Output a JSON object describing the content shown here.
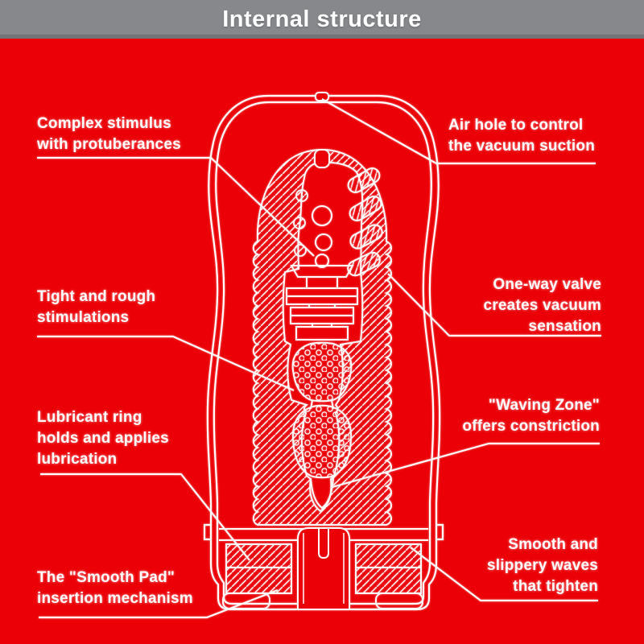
{
  "header": {
    "title": "Internal structure",
    "bg_color": "#86888b",
    "text_color": "#ffffff"
  },
  "canvas": {
    "bg_color": "#ea0006",
    "line_color": "#ffffff"
  },
  "labels": {
    "complex": {
      "lines": [
        "Complex stimulus",
        "with protuberances"
      ]
    },
    "air_hole": {
      "lines": [
        "Air hole to control",
        "the vacuum suction"
      ]
    },
    "tight": {
      "lines": [
        "Tight and rough",
        "stimulations"
      ]
    },
    "one_way": {
      "lines": [
        "One-way valve",
        "creates vacuum",
        "sensation"
      ]
    },
    "lubricant": {
      "lines": [
        "Lubricant ring",
        "holds and applies",
        "lubrication"
      ]
    },
    "waving": {
      "lines": [
        "\"Waving Zone\"",
        "offers constriction"
      ]
    },
    "smooth_pad": {
      "lines": [
        "The \"Smooth Pad\"",
        "insertion mechanism"
      ]
    },
    "slippery": {
      "lines": [
        "Smooth and",
        "slippery waves",
        "that tighten"
      ]
    }
  }
}
